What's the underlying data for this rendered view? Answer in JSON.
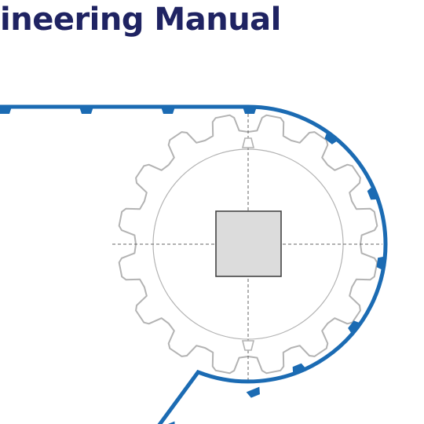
{
  "header": {
    "title": "ineering Manual"
  },
  "colors": {
    "title": "#1f2362",
    "belt": "#1b6bb3",
    "sprocket_outline": "#b3b3b3",
    "pitch_circle": "#b3b3b3",
    "centerline": "#666666",
    "bore_fill": "#dcdcdc",
    "bore_stroke": "#444444"
  },
  "diagram": {
    "sprocket_teeth": 16,
    "belt_teeth_visible": 11,
    "bore_shape": "square",
    "icons": [
      "belt-icon",
      "sprocket-icon",
      "square-bore-icon"
    ]
  }
}
